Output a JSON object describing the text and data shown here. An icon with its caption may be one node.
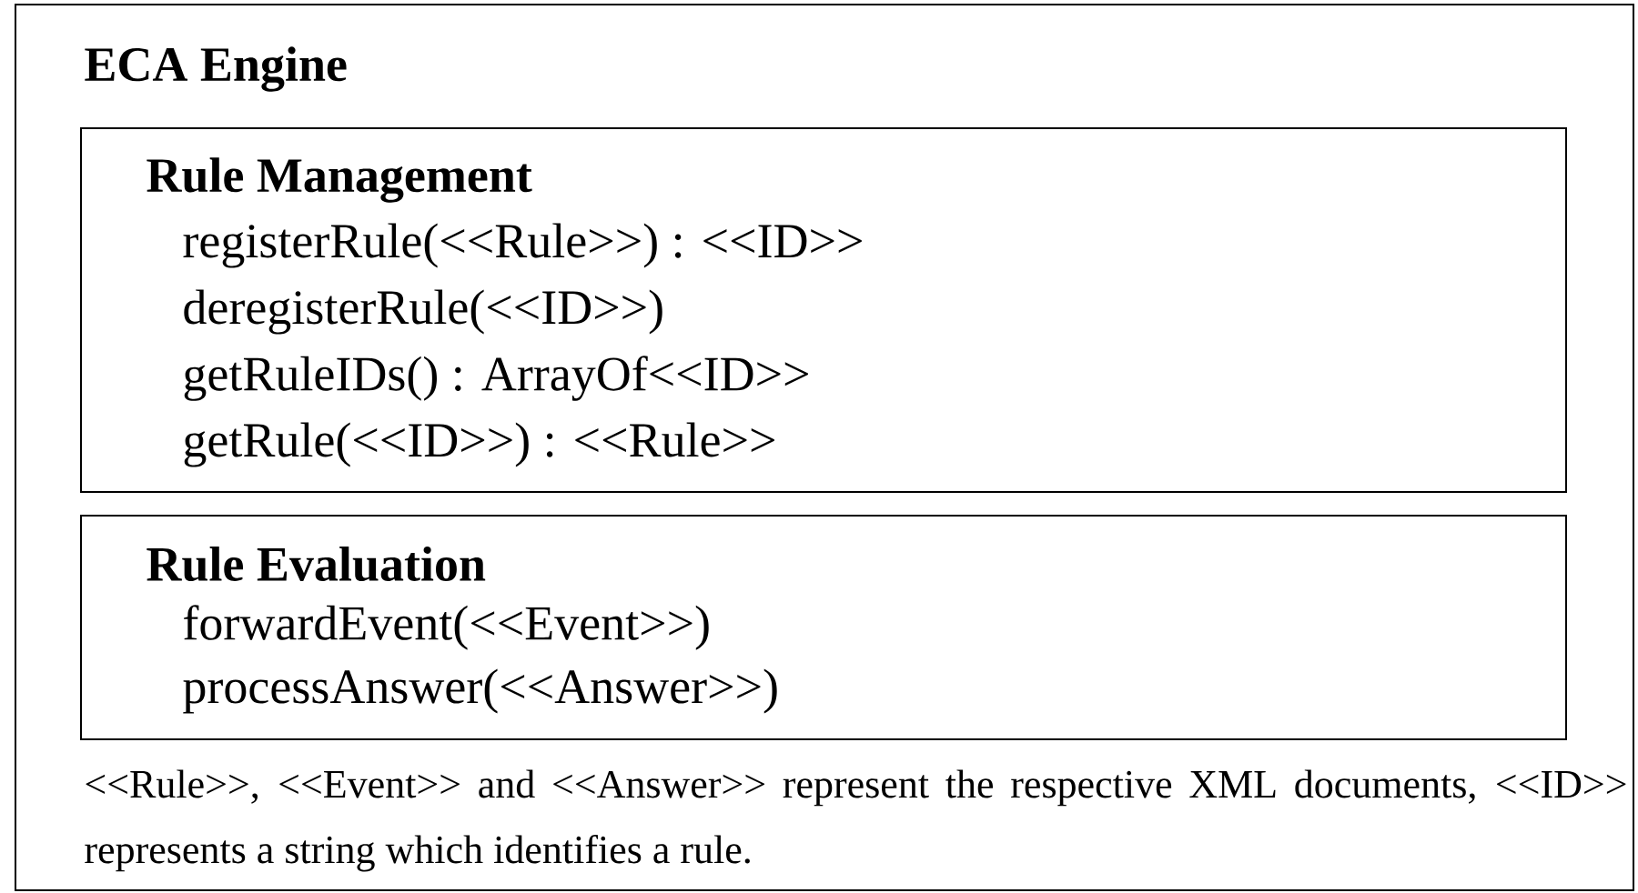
{
  "diagram": {
    "nodes": [
      {
        "text": [
          "ECA Engine",
          "<<Rule>>, <<Event>> and <<Answer>> represent the respective XML documents, <<ID>> represents a string which identifies a rule."
        ]
      },
      {
        "text": [
          "Rule Management",
          "registerRule(<<Rule>>) : <<ID>>",
          "deregisterRule(<<ID>>)",
          "getRuleIDs() : ArrayOf<<ID>>",
          "getRule(<<ID>>) : <<Rule>>"
        ],
        "in": 0
      },
      {
        "text": [
          "Rule Evaluation",
          "forwardEvent(<<Event>>)",
          "processAnswer(<<Answer>>)"
        ],
        "in": 0
      }
    ]
  }
}
